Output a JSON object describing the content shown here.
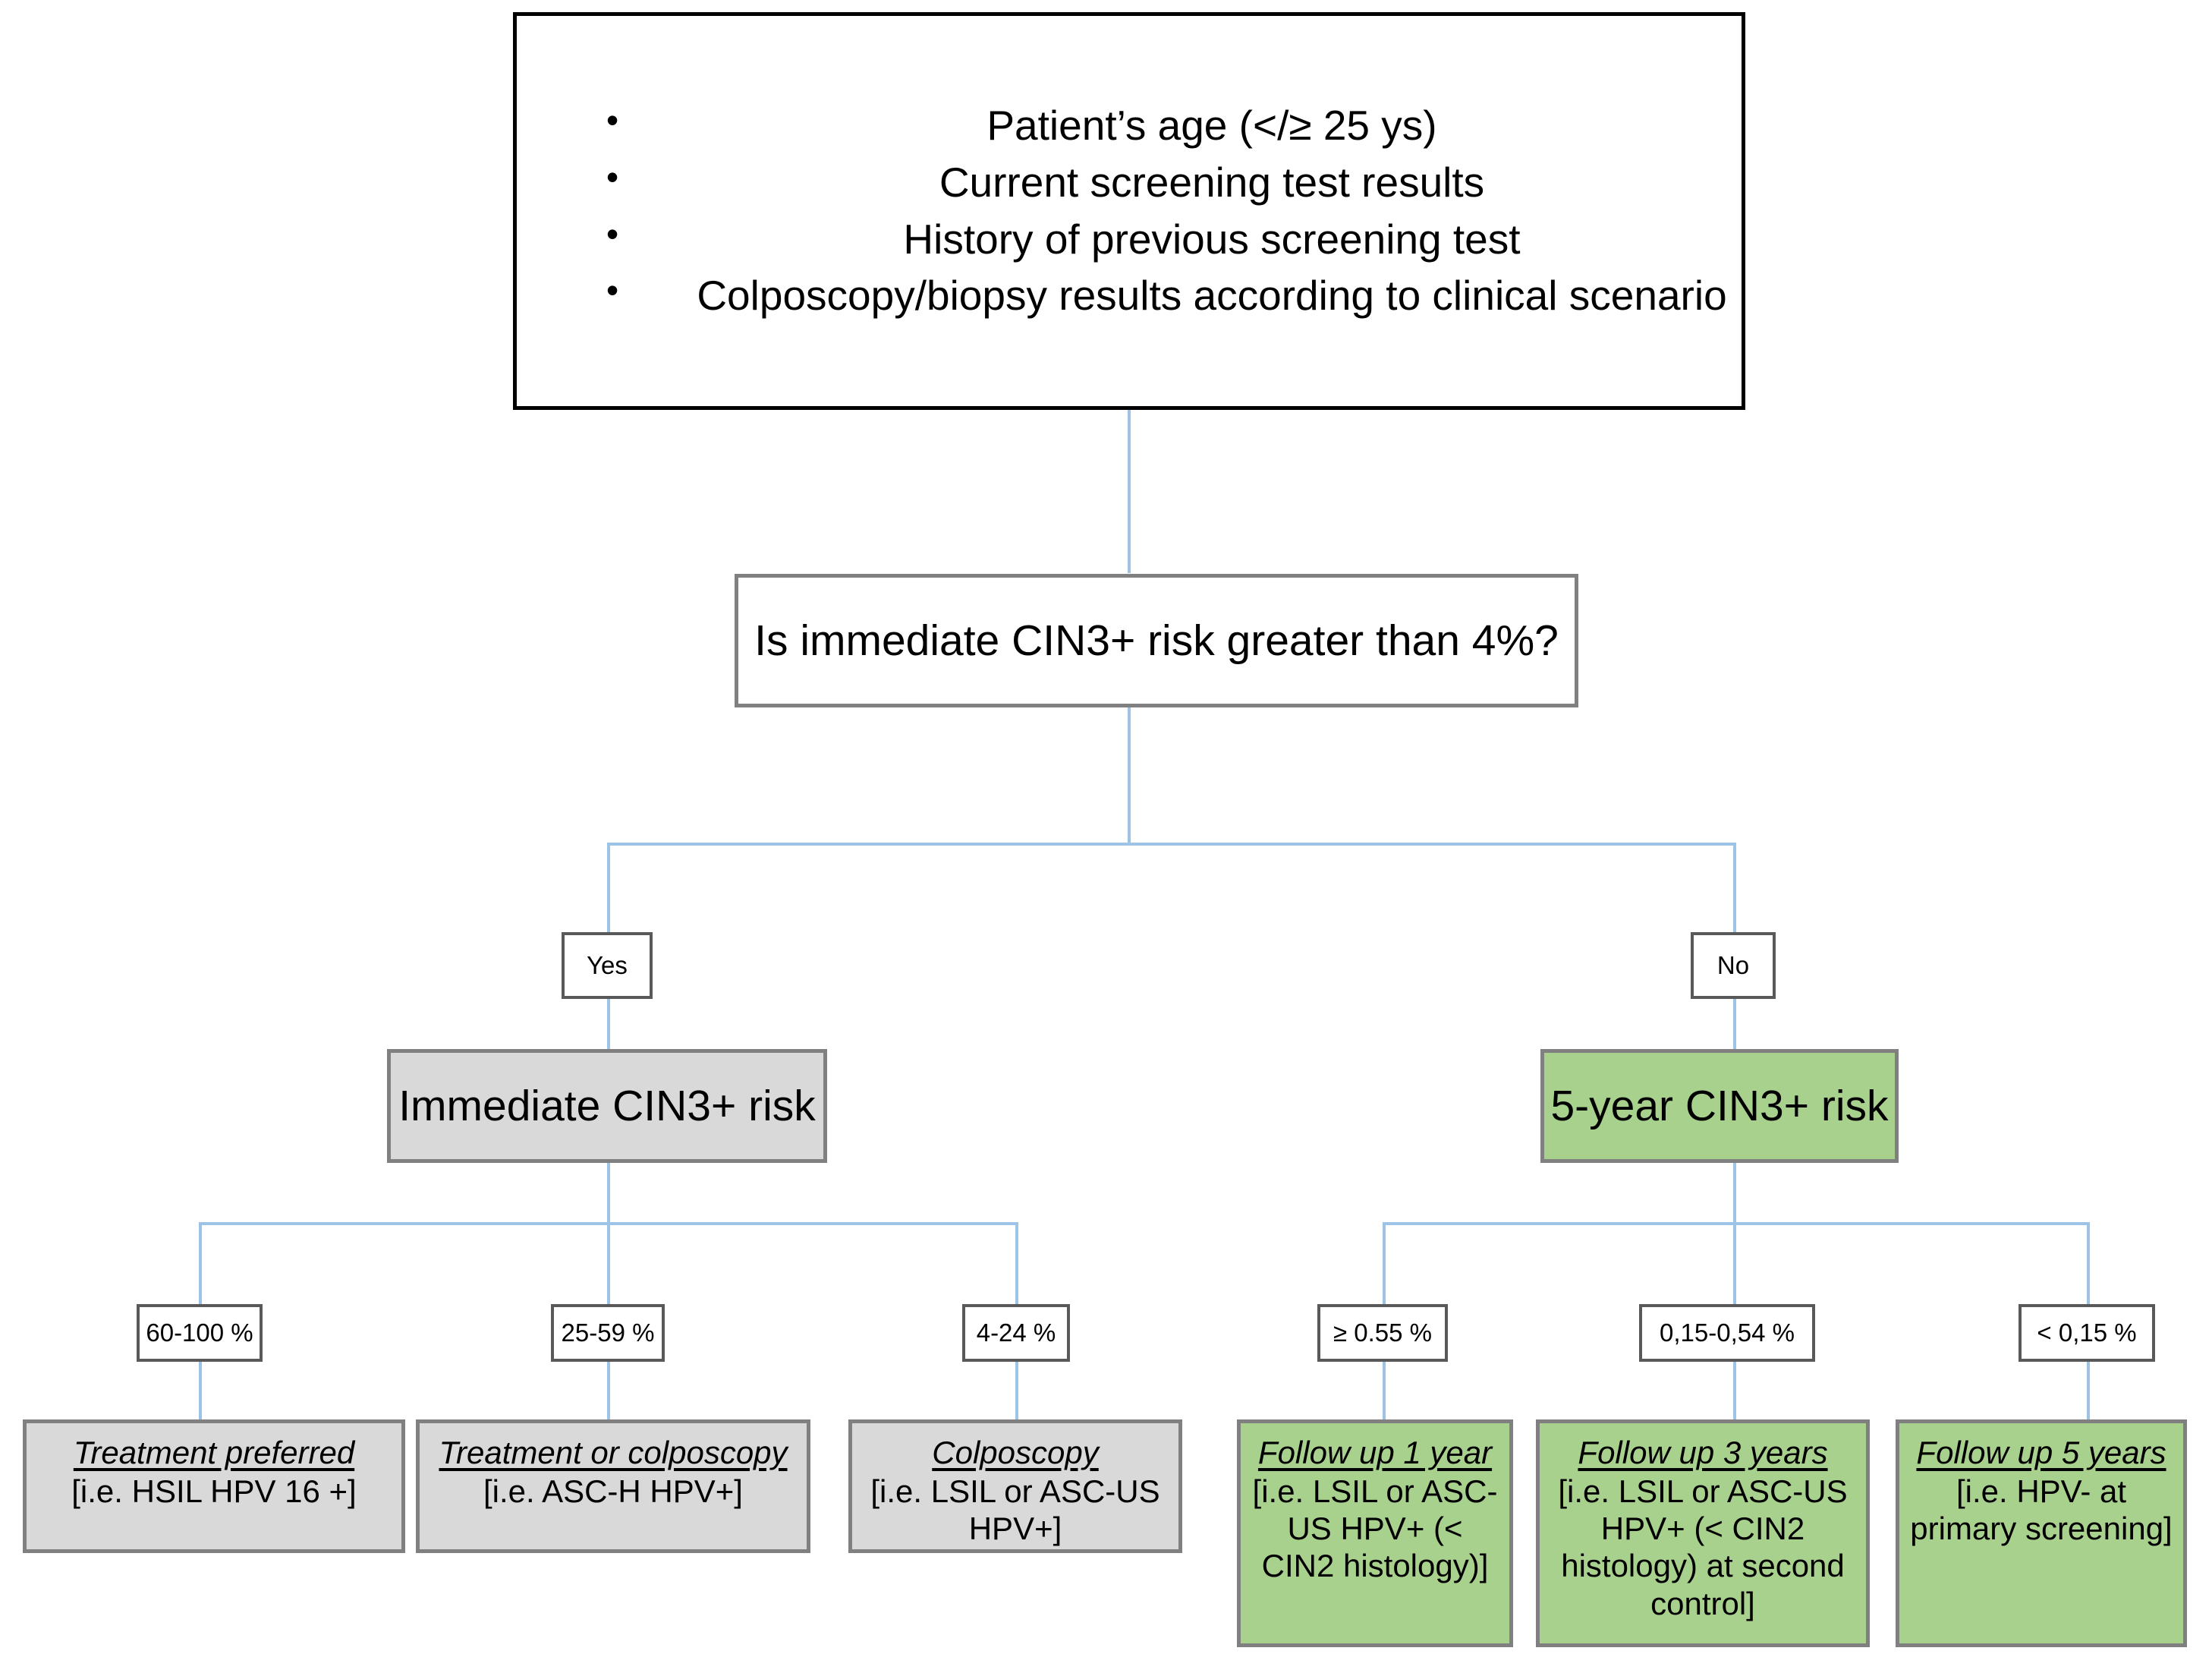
{
  "criteria": {
    "items": [
      "Patient’s age (</≥ 25 ys)",
      "Current screening test results",
      "History of previous screening test",
      "Colposcopy/biopsy results according to clinical scenario"
    ]
  },
  "decision": {
    "question": "Is immediate CIN3+ risk greater than 4%?",
    "yes_label": "Yes",
    "no_label": "No"
  },
  "branches": {
    "immediate": {
      "header": "Immediate CIN3+ risk",
      "outcomes": [
        {
          "range": "60-100 %",
          "title": "Treatment preferred",
          "detail": "[i.e. HSIL HPV 16 +]"
        },
        {
          "range": "25-59 %",
          "title": "Treatment or colposcopy",
          "detail": "[i.e. ASC-H HPV+]"
        },
        {
          "range": "4-24 %",
          "title": "Colposcopy",
          "detail": "[i.e. LSIL or ASC-US HPV+]"
        }
      ]
    },
    "five_year": {
      "header": "5-year CIN3+ risk",
      "outcomes": [
        {
          "range": "≥ 0.55 %",
          "title": "Follow up 1 year",
          "detail": "[i.e. LSIL or ASC-US HPV+ (< CIN2 histology)]"
        },
        {
          "range": "0,15-0,54 %",
          "title": "Follow up 3 years",
          "detail": "[i.e. LSIL or ASC-US HPV+ (< CIN2 histology) at second control]"
        },
        {
          "range": "< 0,15 %",
          "title": "Follow up 5 years",
          "detail": "[i.e. HPV- at primary screening]"
        }
      ]
    }
  },
  "colors": {
    "connector": "#9DC3E6",
    "gray_fill": "#D9D9D9",
    "green_fill": "#A9D18E",
    "box_border": "#808080",
    "criteria_border": "#000000"
  }
}
